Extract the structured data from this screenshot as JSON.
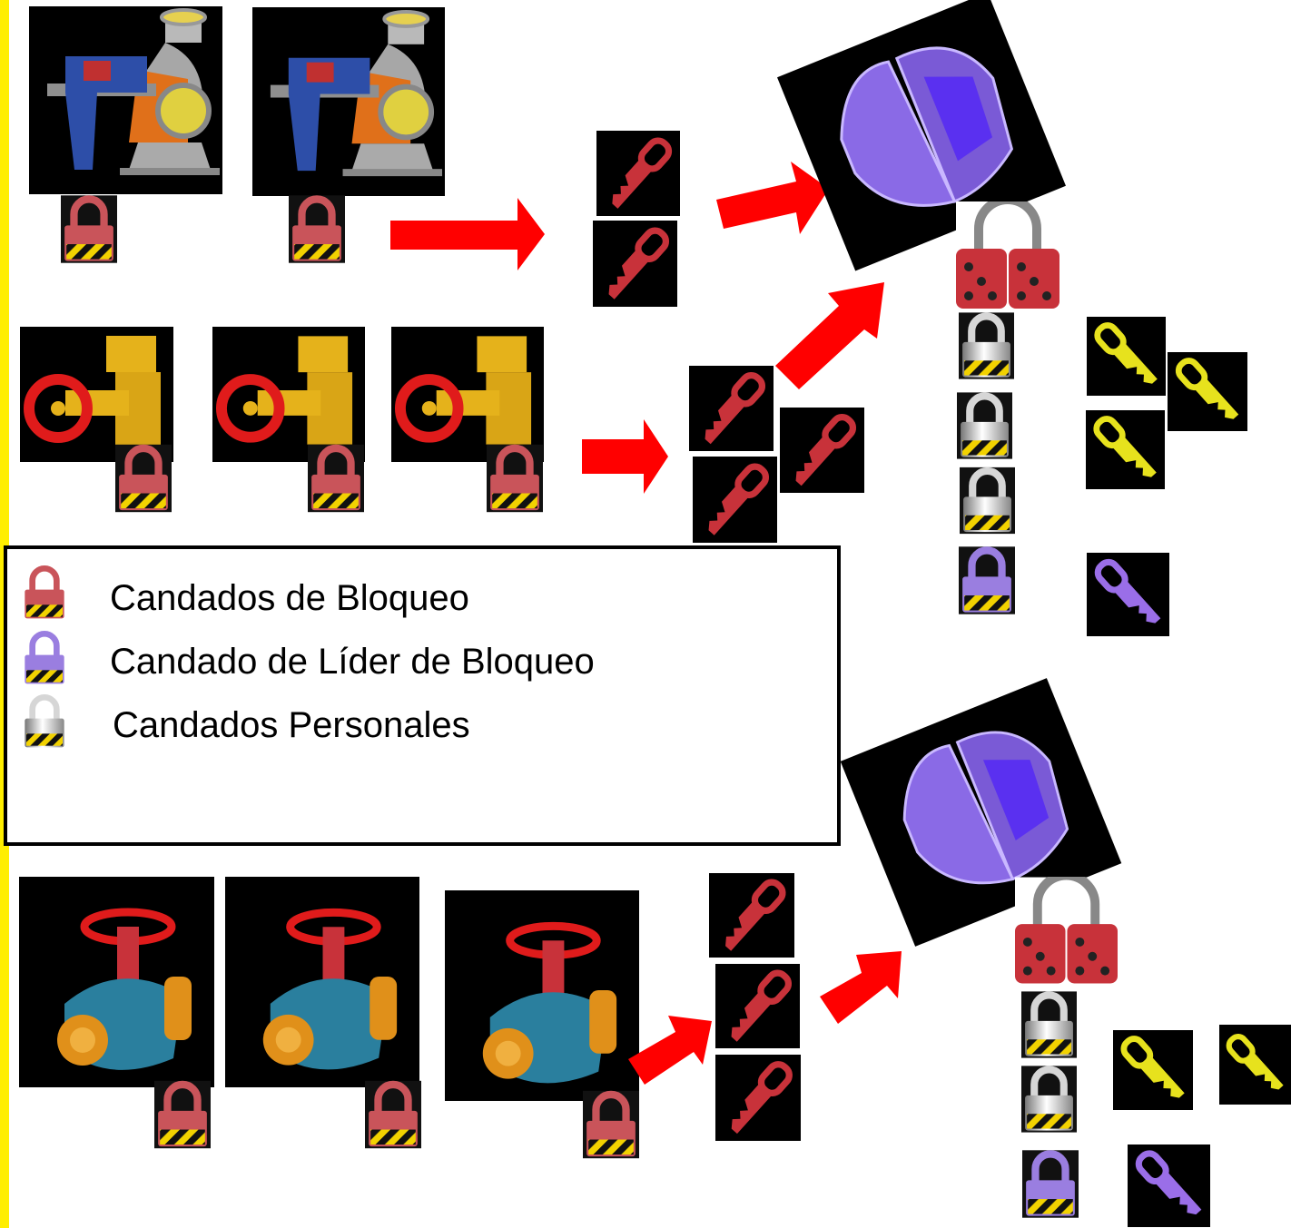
{
  "legend": {
    "items": [
      {
        "label": "Candados de Bloqueo",
        "color": "#c9545a"
      },
      {
        "label": "Candado de Líder de Bloqueo",
        "color": "#9a7ee0"
      },
      {
        "label": "Candados Personales",
        "color": "#d6d6d6"
      }
    ]
  },
  "colors": {
    "side_bar": "#ffee00",
    "arrow": "#ff0000",
    "red_key": "#c8323a",
    "yellow_key": "#e7e21d",
    "purple_key": "#9a6ee8",
    "lockbox": "#8a6ae6"
  },
  "icons": [
    "pump-icon",
    "gate-valve-icon",
    "globe-valve-icon",
    "lockout-padlock-icon",
    "leader-padlock-icon",
    "personal-padlock-icon",
    "key-icon",
    "lock-box-icon",
    "lockout-hasp-icon",
    "arrow-icon"
  ]
}
